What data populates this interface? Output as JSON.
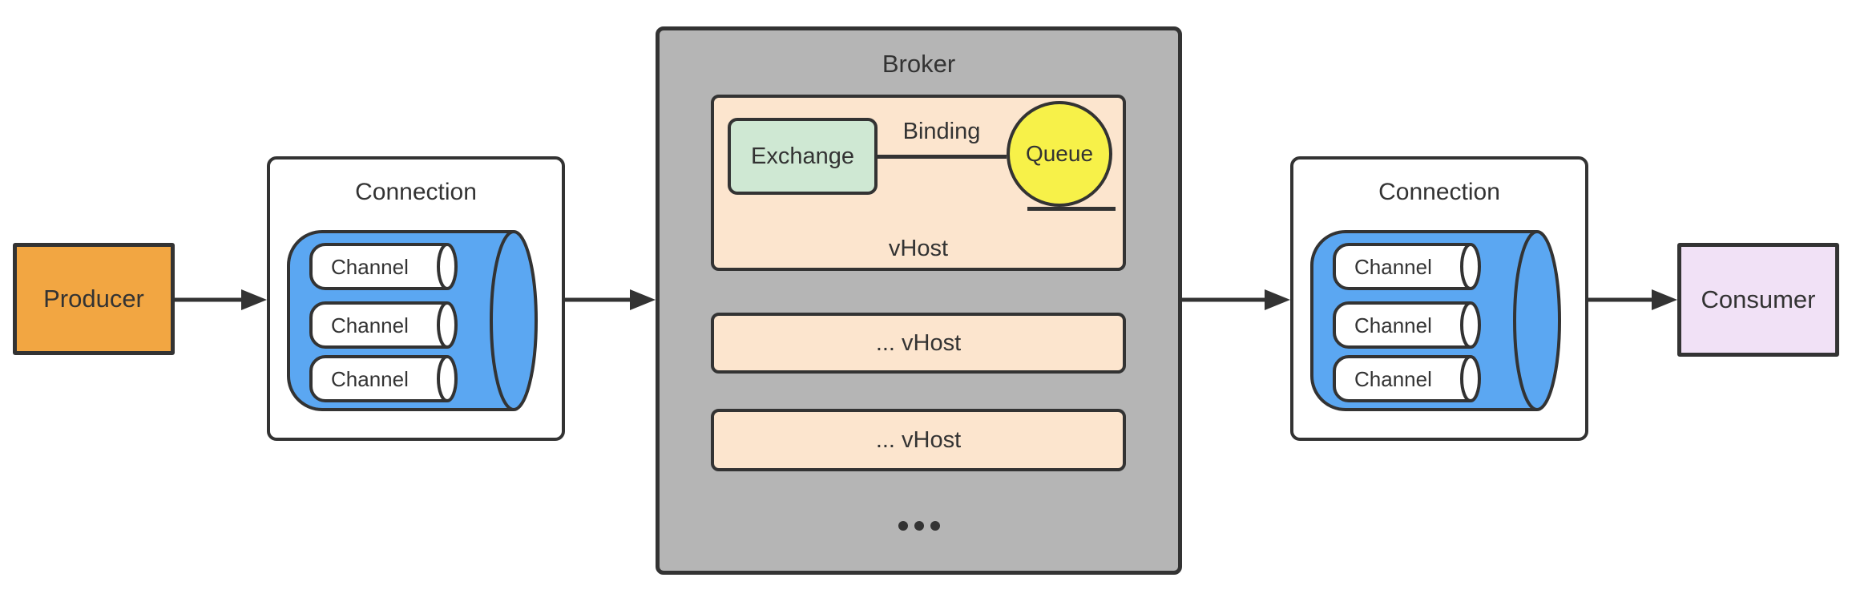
{
  "producer": {
    "label": "Producer"
  },
  "consumer": {
    "label": "Consumer"
  },
  "connections": [
    {
      "title": "Connection",
      "channels": [
        "Channel",
        "Channel",
        "Channel"
      ]
    },
    {
      "title": "Connection",
      "channels": [
        "Channel",
        "Channel",
        "Channel"
      ]
    }
  ],
  "broker": {
    "title": "Broker",
    "main_vhost": {
      "exchange_label": "Exchange",
      "binding_label": "Binding",
      "queue_label": "Queue",
      "vhost_label": "vHost"
    },
    "other_vhosts": [
      "... vHost",
      "... vHost"
    ]
  },
  "colors": {
    "producer_fill": "#F2A642",
    "consumer_fill": "#F1E1F6",
    "cylinder_fill": "#5BA7F2",
    "channel_fill": "#FFFFFF",
    "broker_fill": "#B5B5B5",
    "vhost_fill": "#FCE5CE",
    "exchange_fill": "#CFE8D3",
    "queue_fill": "#F7F149",
    "stroke": "#333333"
  }
}
